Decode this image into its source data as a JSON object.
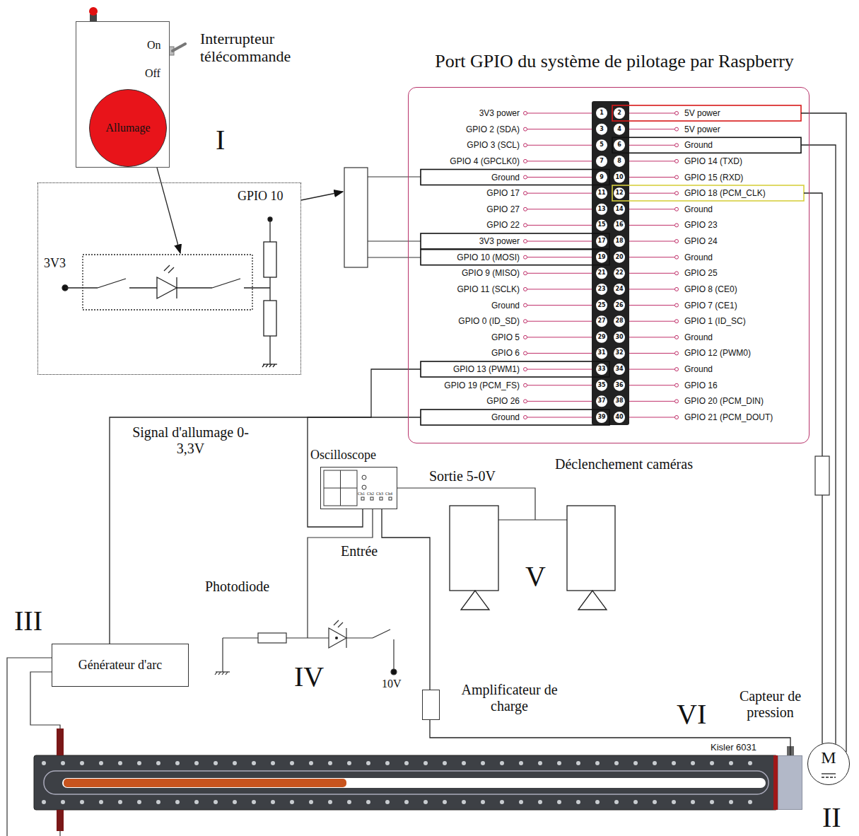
{
  "diagram": {
    "nodes": [
      {
        "text": [
          "On",
          "Off"
        ]
      },
      {
        "text": [
          "Allumage"
        ],
        "in": 0
      },
      {
        "text": [
          "GPIO 10",
          "3V3"
        ]
      },
      {
        "text": [
          "Port GPIO du système de pilotage par Raspberry"
        ]
      },
      {
        "text": [
          "Oscilloscope"
        ]
      },
      {
        "text": [
          "Générateur d'arc"
        ]
      },
      {
        "text": [
          "Amplificateur de charge"
        ]
      },
      {
        "text": [
          "Kisler 6031"
        ]
      },
      {
        "text": [
          "M"
        ]
      }
    ],
    "edges": [
      {
        "from": 0,
        "to": 2,
        "arrow": "to"
      },
      {
        "from": 2,
        "to": 3,
        "arrow": "to"
      },
      {
        "from": 3,
        "to": 5,
        "arrow": "none",
        "label": "Signal d'allumage 0-3,3V"
      },
      {
        "from": 3,
        "to": 4,
        "arrow": "none"
      },
      {
        "from": 4,
        "to": 6,
        "arrow": "none"
      },
      {
        "from": 6,
        "to": 7,
        "arrow": "none"
      },
      {
        "from": 3,
        "to": 8,
        "arrow": "none"
      },
      {
        "from": 3,
        "to": 8,
        "arrow": "none"
      },
      {
        "from": 3,
        "to": 8,
        "arrow": "none"
      }
    ],
    "labels": [
      "Interrupteur télécommande",
      "I",
      "Sortie 5-0V",
      "Déclenchement caméras",
      "V",
      "Entrée",
      "Photodiode",
      "IV",
      "10V",
      "III",
      "Capteur de pression",
      "VI",
      "II",
      "Ch1",
      "Ch2",
      "Ch3",
      "Ch4",
      "3V3 power",
      "1",
      "2",
      "5V power",
      "GPIO 2 (SDA)",
      "3",
      "4",
      "5V power",
      "GPIO 3 (SCL)",
      "5",
      "6",
      "Ground",
      "GPIO 4 (GPCLK0)",
      "7",
      "8",
      "GPIO 14 (TXD)",
      "Ground",
      "9",
      "10",
      "GPIO 15 (RXD)",
      "GPIO 17",
      "11",
      "12",
      "GPIO 18 (PCM_CLK)",
      "GPIO 27",
      "13",
      "14",
      "Ground",
      "GPIO 22",
      "15",
      "16",
      "GPIO 23",
      "3V3 power",
      "17",
      "18",
      "GPIO 24",
      "GPIO 10 (MOSI)",
      "19",
      "20",
      "Ground",
      "GPIO 9 (MISO)",
      "21",
      "22",
      "GPIO 25",
      "GPIO 11 (SCLK)",
      "23",
      "24",
      "GPIO 8 (CE0)",
      "Ground",
      "25",
      "26",
      "GPIO 7 (CE1)",
      "GPIO 0 (ID_SD)",
      "27",
      "28",
      "GPIO 1 (ID_SC)",
      "GPIO 5",
      "29",
      "30",
      "Ground",
      "GPIO 6",
      "31",
      "32",
      "GPIO 12 (PWM0)",
      "GPIO 13 (PWM1)",
      "33",
      "34",
      "Ground",
      "GPIO 19 (PCM_FS)",
      "35",
      "36",
      "GPIO 16",
      "GPIO 26",
      "37",
      "38",
      "GPIO 20 (PCM_DIN)",
      "Ground",
      "39",
      "40",
      "GPIO 21 (PCM_DOUT)"
    ]
  }
}
